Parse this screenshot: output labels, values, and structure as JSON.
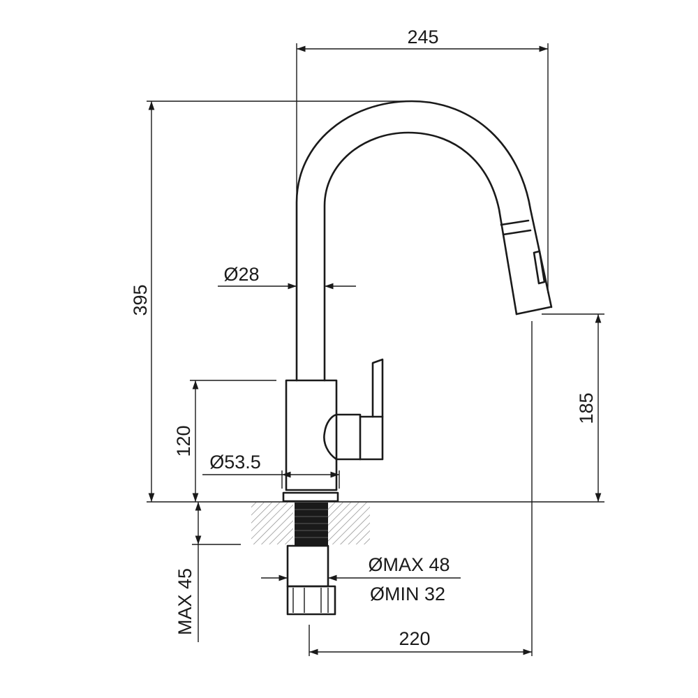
{
  "dimensions": {
    "top_width": "245",
    "total_height": "395",
    "tube_diameter": "Ø28",
    "lower_body_height": "120",
    "base_diameter": "Ø53.5",
    "spout_clearance": "185",
    "hole_max": "ØMAX 48",
    "hole_min": "ØMIN 32",
    "max_thickness": "MAX 45",
    "reach": "220"
  },
  "colors": {
    "line": "#1a1a1a",
    "hatch": "#8a8a8a",
    "background": "#ffffff"
  }
}
